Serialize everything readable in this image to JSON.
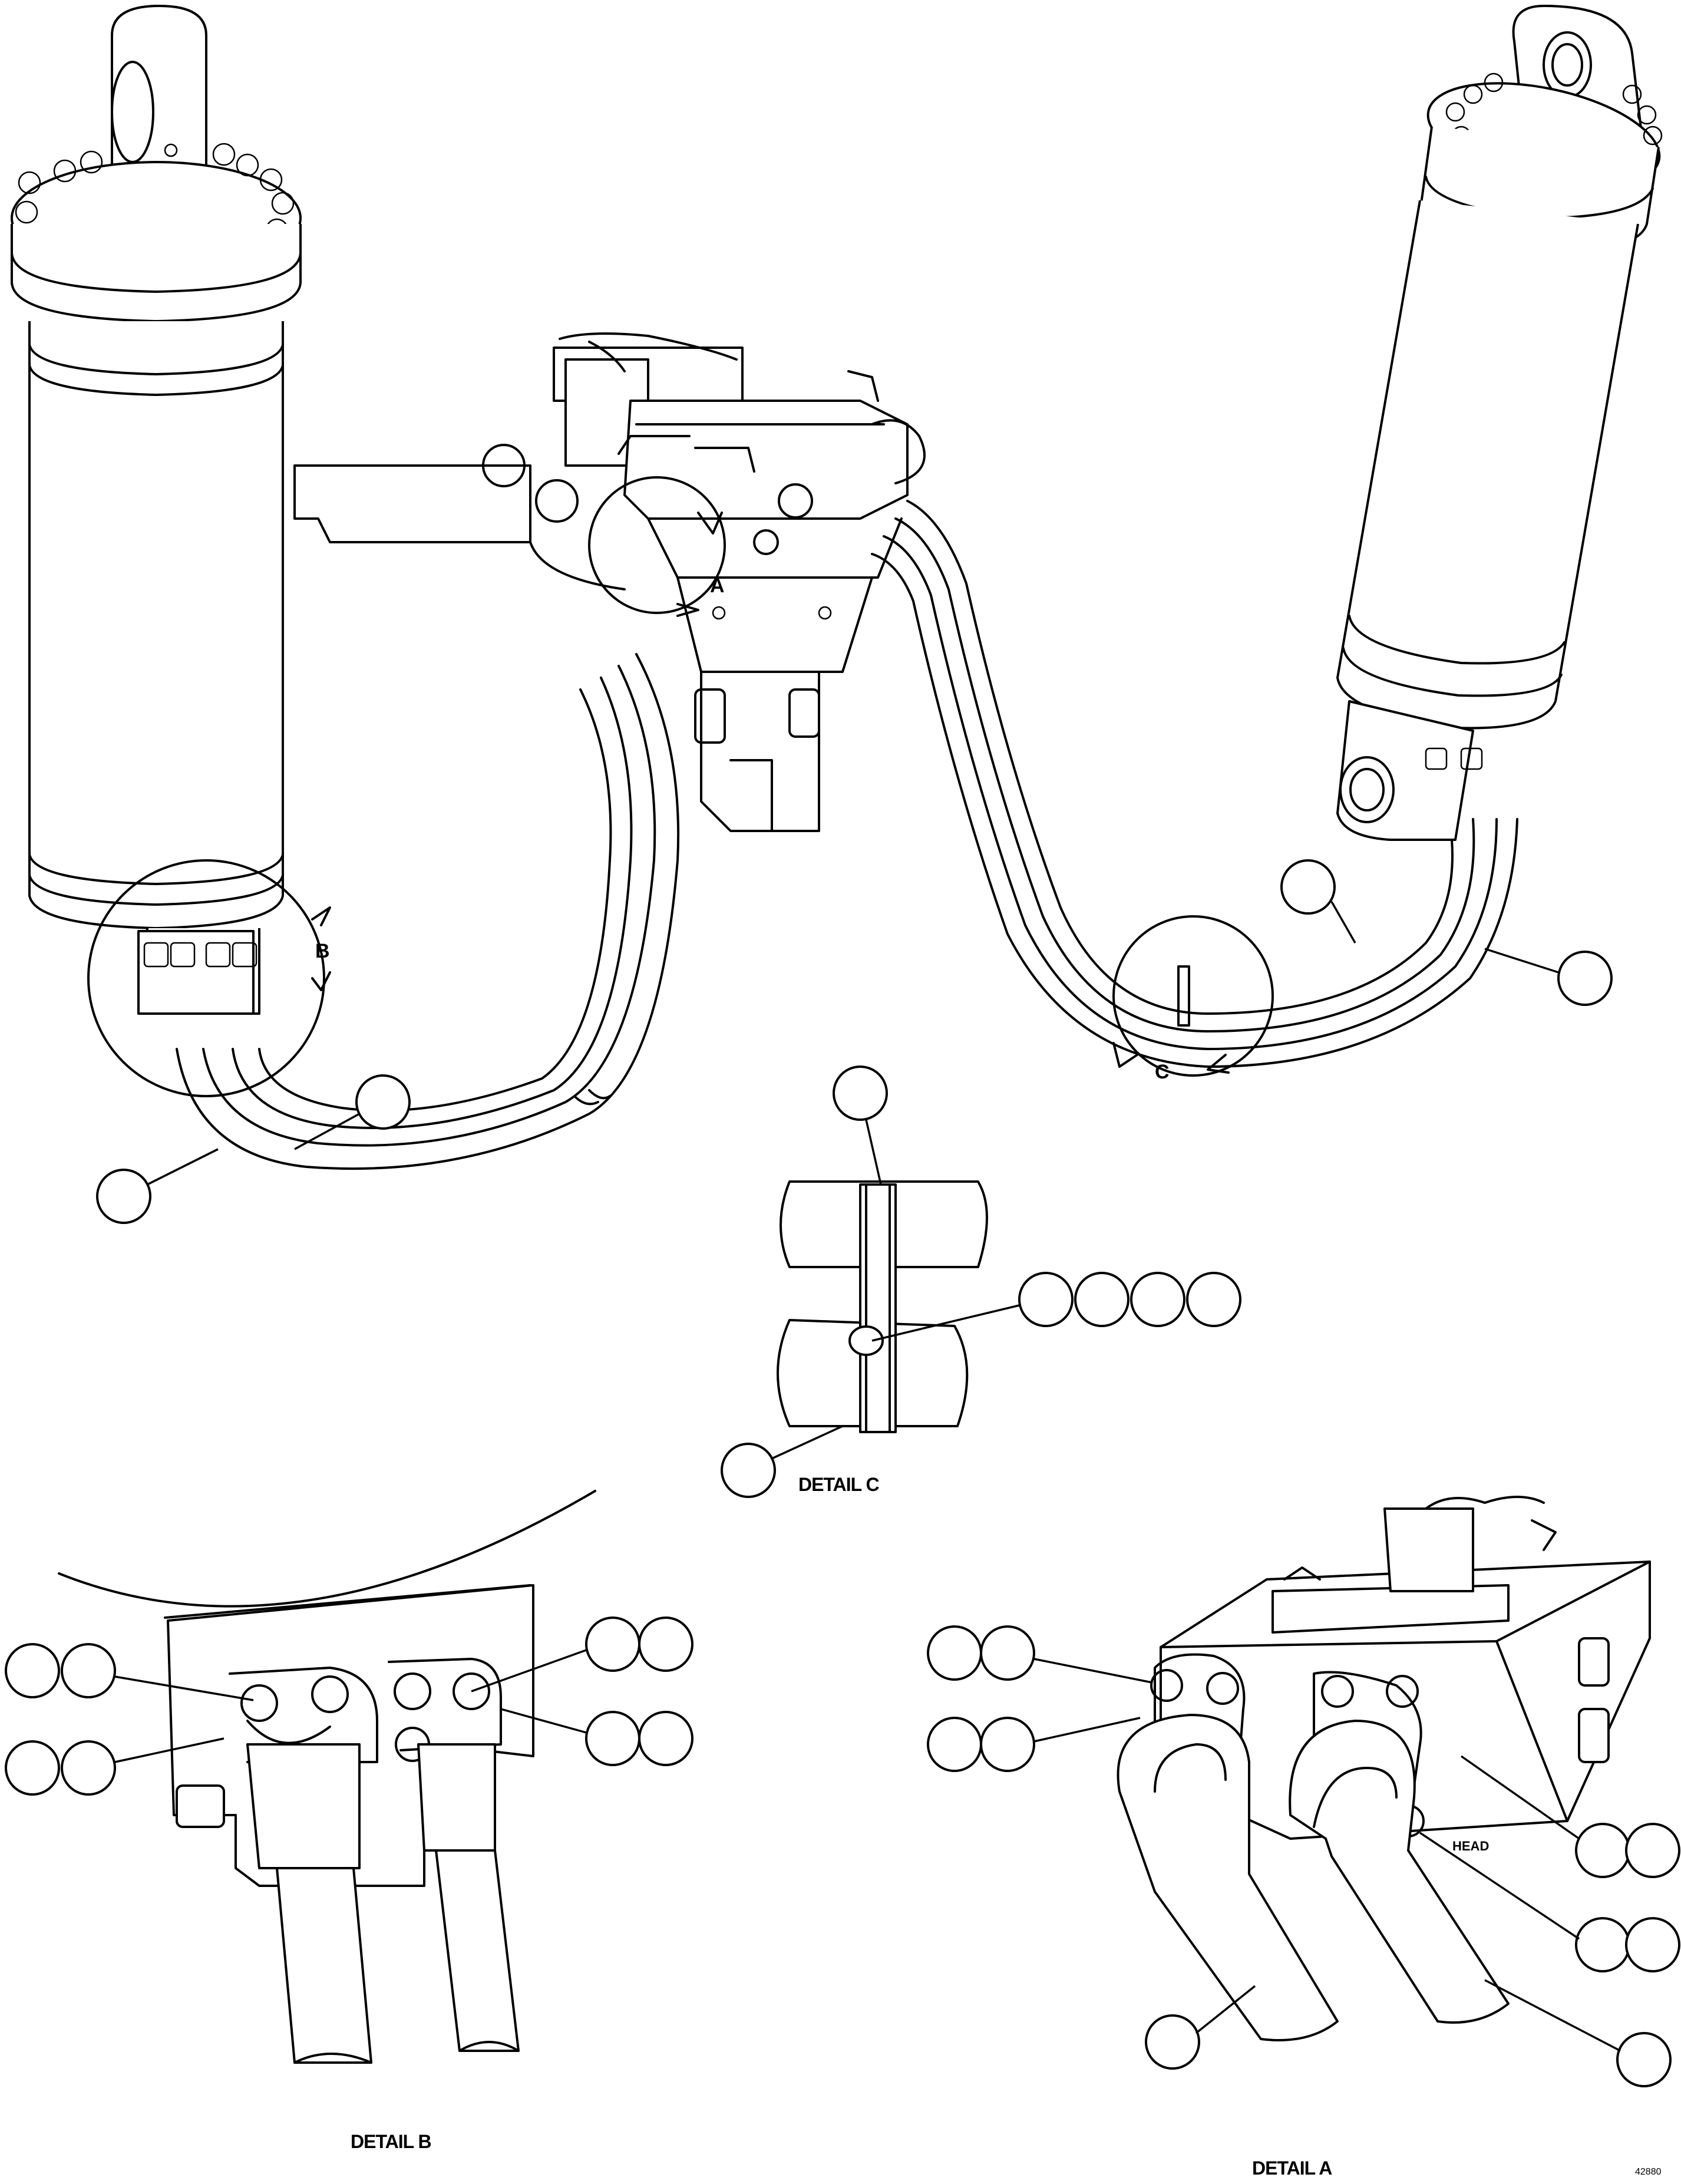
{
  "drawing": {
    "detail_refs": {
      "a": "A",
      "b": "B",
      "c": "C"
    },
    "captions": {
      "detail_a": "DETAIL A",
      "detail_b": "DETAIL B",
      "detail_c": "DETAIL C"
    },
    "port_label": "HEAD",
    "drawing_number": "42880"
  }
}
